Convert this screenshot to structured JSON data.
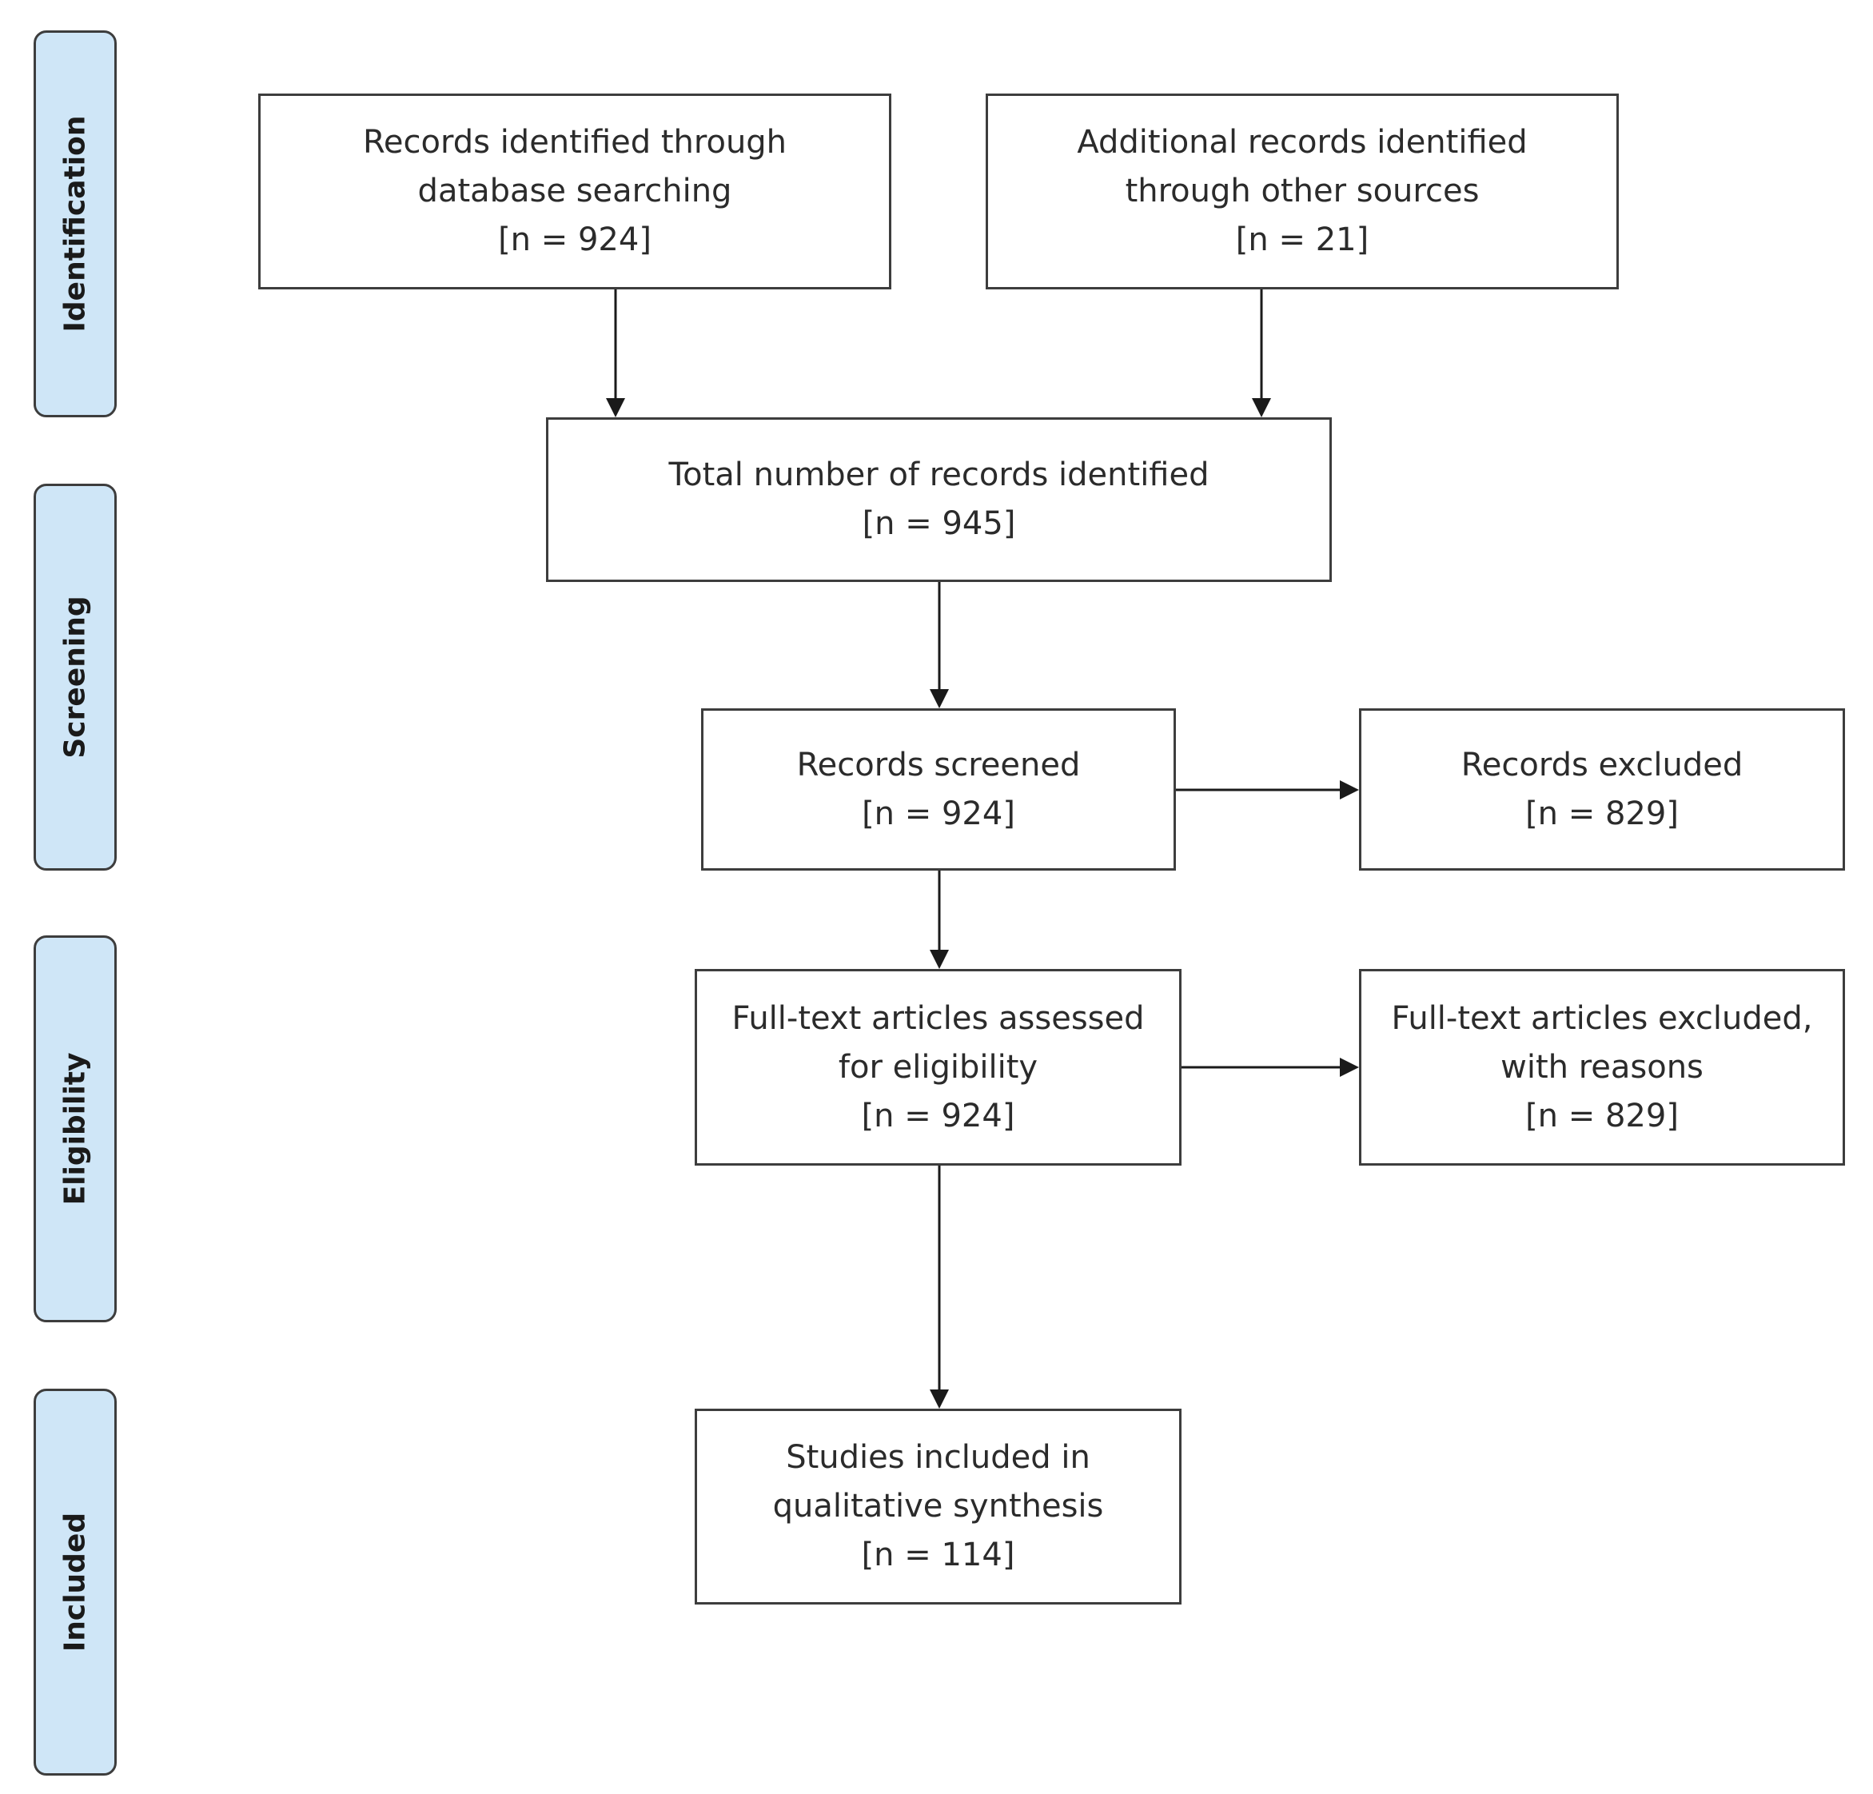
{
  "stages": {
    "identification": "Identification",
    "screening": "Screening",
    "eligibility": "Eligibility",
    "included": "Included"
  },
  "boxes": {
    "database_search": {
      "lines": [
        "Records identified through",
        "database searching",
        "[n = 924]"
      ]
    },
    "other_sources": {
      "lines": [
        "Additional records identified",
        "through other sources",
        "[n = 21]"
      ]
    },
    "total_identified": {
      "lines": [
        "Total number of records identified",
        "[n = 945]"
      ]
    },
    "records_screened": {
      "lines": [
        "Records screened",
        "[n = 924]"
      ]
    },
    "records_excluded": {
      "lines": [
        "Records excluded",
        "[n = 829]"
      ]
    },
    "fulltext_assessed": {
      "lines": [
        "Full-text articles assessed",
        "for eligibility",
        "[n = 924]"
      ]
    },
    "fulltext_excluded": {
      "lines": [
        "Full-text articles excluded,",
        "with reasons",
        "[n = 829]"
      ]
    },
    "studies_included": {
      "lines": [
        "Studies included in",
        "qualitative synthesis",
        "[n = 114]"
      ]
    }
  },
  "colors": {
    "stage_fill": "#cfe6f7",
    "stroke": "#3d3d3d"
  }
}
